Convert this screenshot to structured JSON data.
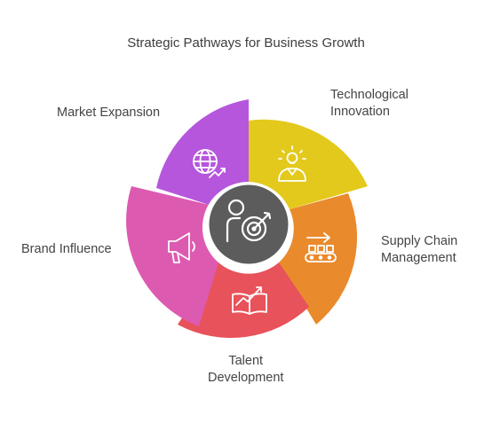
{
  "title": "Strategic Pathways for Business Growth",
  "colors": {
    "market": "#b656dc",
    "tech": "#e3c91c",
    "supply": "#e98a2c",
    "talent": "#e8525a",
    "brand": "#dd5ab1",
    "center": "#5c5c5c",
    "icon": "#ffffff"
  },
  "segments": [
    {
      "id": "market",
      "label_lines": [
        "Market Expansion"
      ],
      "icon": "globe-growth-icon"
    },
    {
      "id": "tech",
      "label_lines": [
        "Technological",
        "Innovation"
      ],
      "icon": "lightbulb-person-icon"
    },
    {
      "id": "supply",
      "label_lines": [
        "Supply Chain",
        "Management"
      ],
      "icon": "conveyor-boxes-icon"
    },
    {
      "id": "talent",
      "label_lines": [
        "Talent",
        "Development"
      ],
      "icon": "book-growth-icon"
    },
    {
      "id": "brand",
      "label_lines": [
        "Brand Influence"
      ],
      "icon": "megaphone-icon"
    }
  ],
  "center": {
    "icon": "person-target-icon"
  }
}
